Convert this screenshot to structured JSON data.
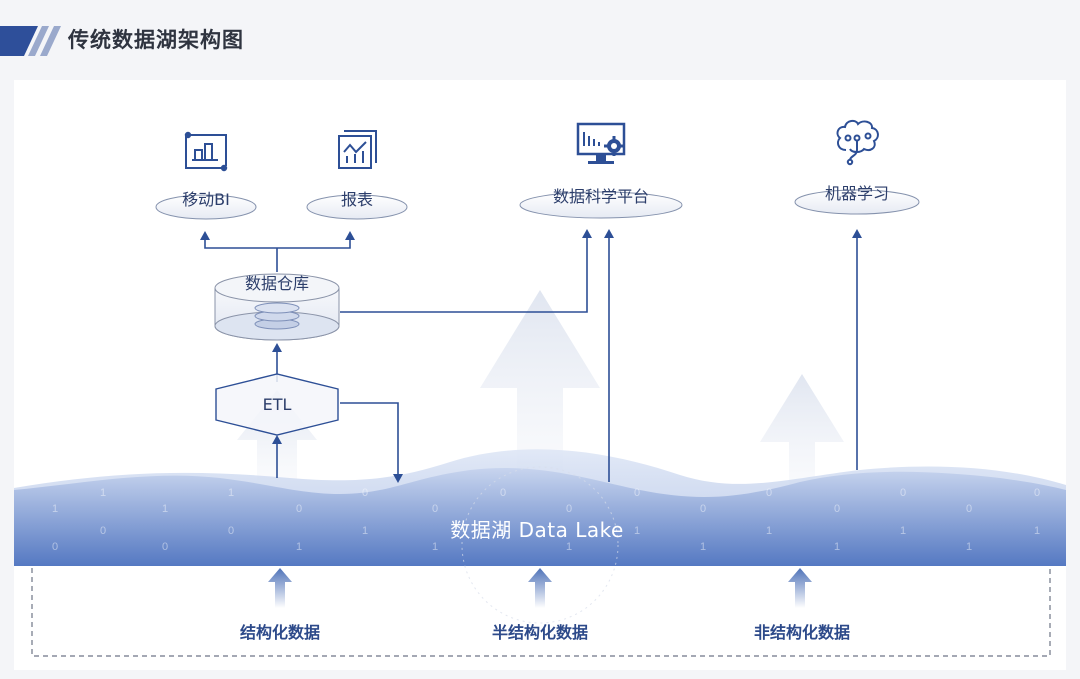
{
  "header": {
    "title": "传统数据湖架构图"
  },
  "consumers": {
    "mobile_bi": {
      "label": "移动BI",
      "icon": "bar-chart-icon"
    },
    "report": {
      "label": "报表",
      "icon": "report-chart-icon"
    },
    "data_science": {
      "label": "数据科学平台",
      "icon": "monitor-gear-icon"
    },
    "ml": {
      "label": "机器学习",
      "icon": "brain-icon"
    }
  },
  "warehouse": {
    "label": "数据仓库",
    "icon": "database-icon"
  },
  "etl": {
    "label": "ETL"
  },
  "lake": {
    "label": "数据湖 Data Lake",
    "binary_digits": [
      "1",
      "0",
      "1",
      "0",
      "1",
      "0",
      "1",
      "0",
      "0",
      "1",
      "0",
      "1",
      "0",
      "1",
      "0",
      "1",
      "0",
      "1",
      "0",
      "1",
      "0",
      "1",
      "0",
      "1",
      "0",
      "1",
      "0"
    ]
  },
  "sources": [
    {
      "label": "结构化数据"
    },
    {
      "label": "半结构化数据"
    },
    {
      "label": "非结构化数据"
    }
  ],
  "colors": {
    "accent": "#2d4f96",
    "lake_top": "#c9d6ee",
    "lake_bottom": "#5177c2",
    "text": "#2c3e6b"
  }
}
